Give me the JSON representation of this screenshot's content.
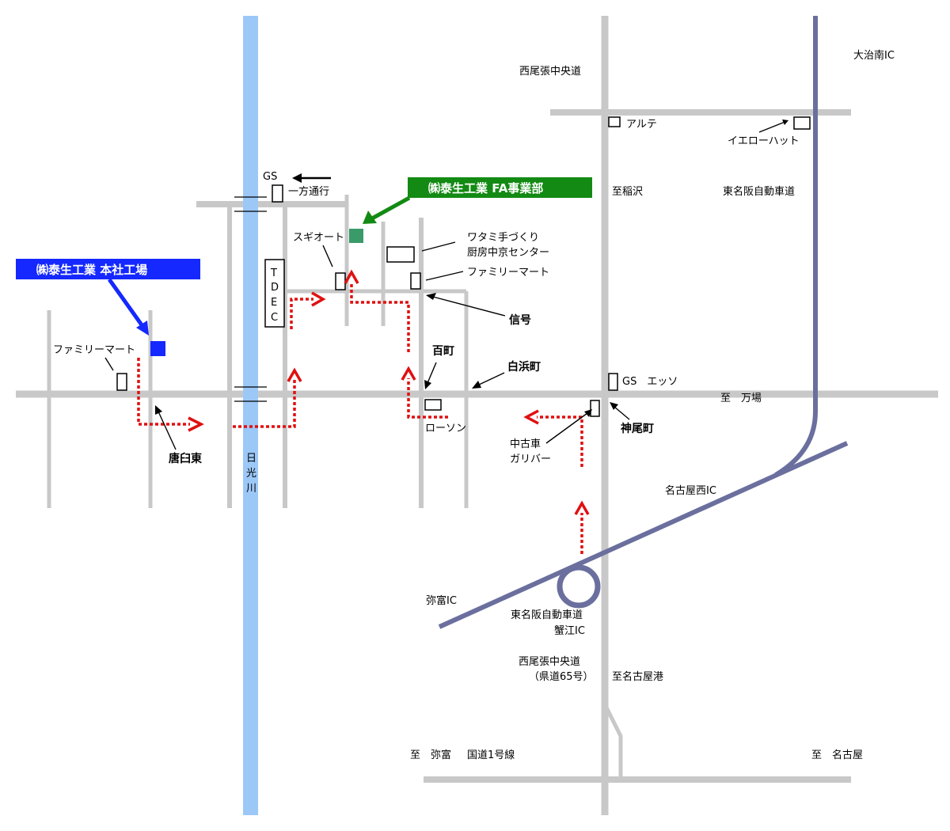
{
  "title": "",
  "markers": {
    "fa_division": "㈱泰生工業 FA事業部",
    "head_office": "㈱泰生工業 本社工場"
  },
  "colors": {
    "head_office": "#1428ff",
    "fa_division": "#138a13",
    "fa_square": "#3a9a6a",
    "river": "#9cc8f8",
    "road": "#c8c8c8",
    "expressway": "#6a6f9e",
    "route": "#e01010"
  },
  "labels": {
    "ohaaru_ic": "大治南IC",
    "nishibiwajima_road_top": "西尾張中央道",
    "arute": "アルテ",
    "yellow_hat": "イエローハット",
    "gs_top": "GS",
    "ippo_tsuko": "一方通行",
    "to_inazawa": "至稲沢",
    "tomei_top": "東名阪自動車道",
    "sugi_auto": "スギオート",
    "watami_1": "ワタミ手づくり",
    "watami_2": "厨房中京センター",
    "familymart_center": "ファミリーマート",
    "tdec_1": "T",
    "tdec_2": "D",
    "tdec_3": "E",
    "tdec_4": "C",
    "shingo": "信号",
    "familymart_left": "ファミリーマート",
    "hyakucho": "百町",
    "shirahamacho": "白浜町",
    "gs_esso": "GS　エッソ",
    "to_manba": "至　万場",
    "lawson": "ローソン",
    "karausu_higashi": "唐臼東",
    "used_car_1": "中古車",
    "used_car_2": "ガリバー",
    "jinbi_cho": "神尾町",
    "river_1": "日",
    "river_2": "光",
    "river_3": "川",
    "nagoya_nishi_ic": "名古屋西IC",
    "yatomi_ic": "弥富IC",
    "tomei_bottom": "東名阪自動車道",
    "kanie_ic": "蟹江IC",
    "nishibiwajima_road_bottom": "西尾張中央道",
    "prefectural_road": "（県道65号）",
    "to_nagoya_port": "至名古屋港",
    "to_yatomi": "至　弥富",
    "route1": "国道1号線",
    "to_nagoya": "至　名古屋"
  }
}
